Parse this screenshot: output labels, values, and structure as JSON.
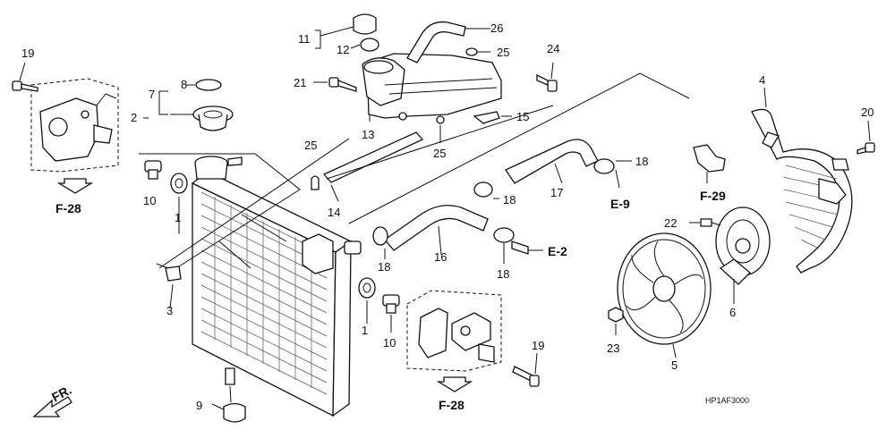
{
  "labels": {
    "p1a": "1",
    "p1b": "1",
    "p2": "2",
    "p3": "3",
    "p4": "4",
    "p5": "5",
    "p6": "6",
    "p7": "7",
    "p8": "8",
    "p9": "9",
    "p10a": "10",
    "p10b": "10",
    "p11": "11",
    "p12": "12",
    "p13": "13",
    "p14": "14",
    "p15": "15",
    "p16": "16",
    "p17": "17",
    "p18a": "18",
    "p18b": "18",
    "p18c": "18",
    "p18d": "18",
    "p19a": "19",
    "p19b": "19",
    "p20": "20",
    "p21": "21",
    "p22": "22",
    "p23": "23",
    "p24": "24",
    "p25a": "25",
    "p25b": "25",
    "p25c": "25",
    "p26": "26"
  },
  "refs": {
    "f28a": "F-28",
    "f28b": "F-28",
    "f29": "F-29",
    "e9": "E-9",
    "e2": "E-2"
  },
  "front": "FR.",
  "diagram_code": "HP1AF3000"
}
